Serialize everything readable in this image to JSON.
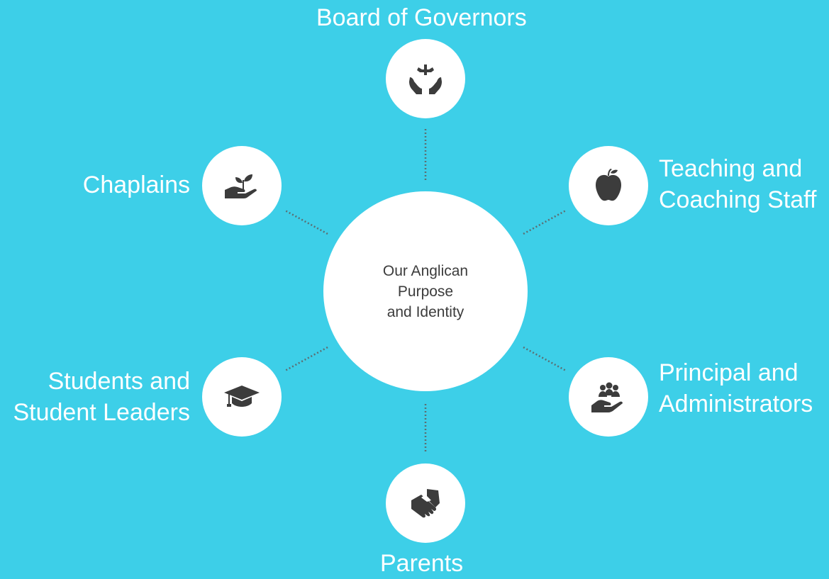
{
  "center": {
    "line1": "Our Anglican Purpose",
    "line2": "and Identity"
  },
  "nodes": {
    "board": {
      "label": "Board of Governors",
      "icon": "hands-cross-icon"
    },
    "teaching": {
      "line1": "Teaching and",
      "line2": "Coaching Staff",
      "icon": "apple-icon"
    },
    "principal": {
      "line1": "Principal and",
      "line2": "Administrators",
      "icon": "hand-people-icon"
    },
    "parents": {
      "label": "Parents",
      "icon": "helping-hands-icon"
    },
    "students": {
      "line1": "Students and",
      "line2": "Student Leaders",
      "icon": "graduation-cap-icon"
    },
    "chaplains": {
      "label": "Chaplains",
      "icon": "hand-sprout-icon"
    }
  },
  "colors": {
    "background": "#3dcfe8",
    "circle": "#ffffff",
    "icon": "#3c3c3c",
    "text": "#ffffff"
  }
}
